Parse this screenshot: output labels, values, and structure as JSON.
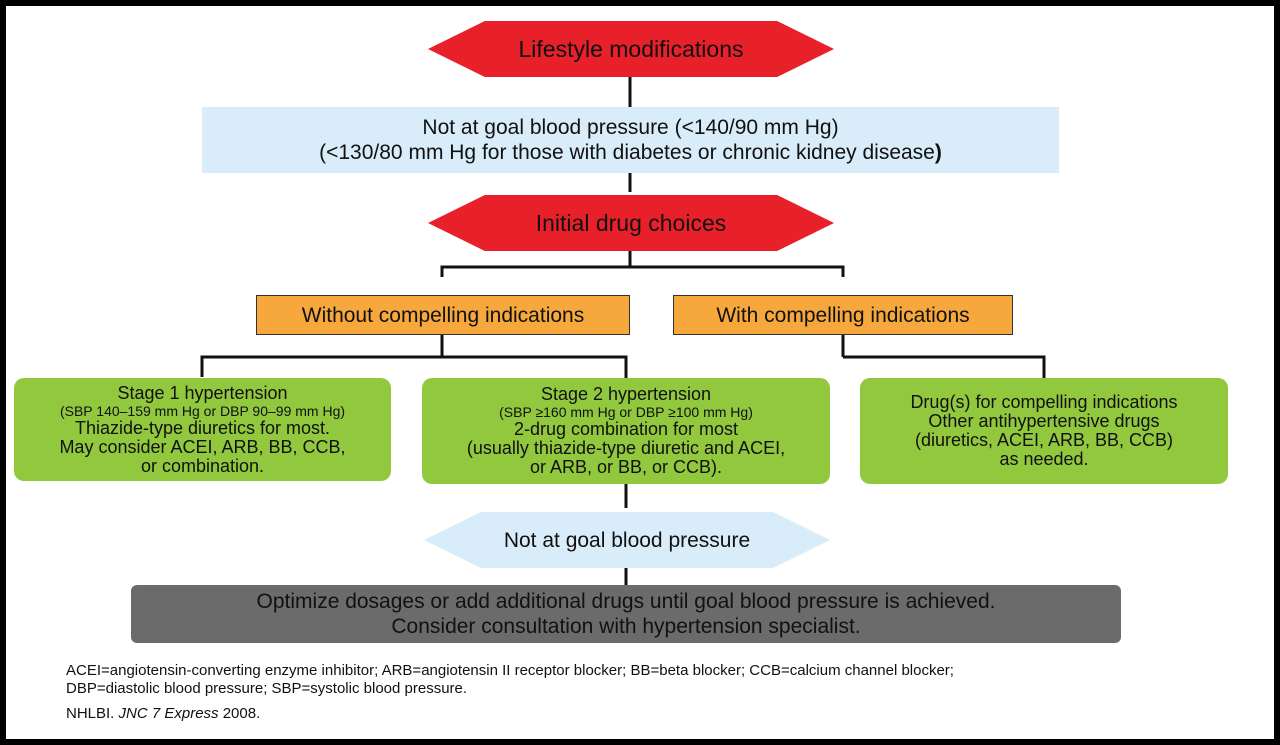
{
  "flowchart": {
    "lifestyle": "Lifestyle modifications",
    "not_at_goal_top": {
      "line1": "Not at goal blood pressure (<140/90 mm Hg)",
      "line2": "(<130/80 mm Hg for those with diabetes or chronic kidney disease",
      "line2_close": ")"
    },
    "initial_drug": "Initial drug choices",
    "without_compelling": "Without compelling indications",
    "with_compelling": "With compelling indications",
    "stage1": {
      "title": "Stage 1 hypertension",
      "criteria": "(SBP 140–159 mm Hg or DBP 90–99 mm Hg)",
      "line1": "Thiazide-type diuretics for most.",
      "line2": "May consider ACEI, ARB, BB, CCB,",
      "line3": "or combination."
    },
    "stage2": {
      "title": "Stage 2 hypertension",
      "criteria": "(SBP ≥160 mm Hg or DBP ≥100 mm Hg)",
      "line1": "2-drug combination for most",
      "line2": "(usually thiazide-type diuretic and ACEI,",
      "line3": "or ARB, or BB, or CCB)."
    },
    "compelling_drugs": {
      "line1": "Drug(s) for compelling indications",
      "line2": "Other antihypertensive drugs",
      "line3": "(diuretics, ACEI, ARB, BB, CCB)",
      "line4": "as needed."
    },
    "not_at_goal_bottom": "Not at goal blood pressure",
    "optimize": {
      "line1": "Optimize dosages or add additional drugs until goal blood pressure is achieved.",
      "line2": "Consider consultation with hypertension specialist."
    }
  },
  "footnote": {
    "line1": "ACEI=angiotensin-converting enzyme inhibitor; ARB=angiotensin II receptor blocker; BB=beta blocker; CCB=calcium channel blocker;",
    "line2": "DBP=diastolic blood pressure; SBP=systolic blood pressure.",
    "source_prefix": "NHLBI. ",
    "source_italic": "JNC 7 Express",
    "source_suffix": " 2008."
  },
  "colors": {
    "red": "#e8202a",
    "light_blue": "#d9ecf9",
    "orange": "#f7a83c",
    "green": "#92c83e",
    "gray": "#6b6b6b"
  }
}
